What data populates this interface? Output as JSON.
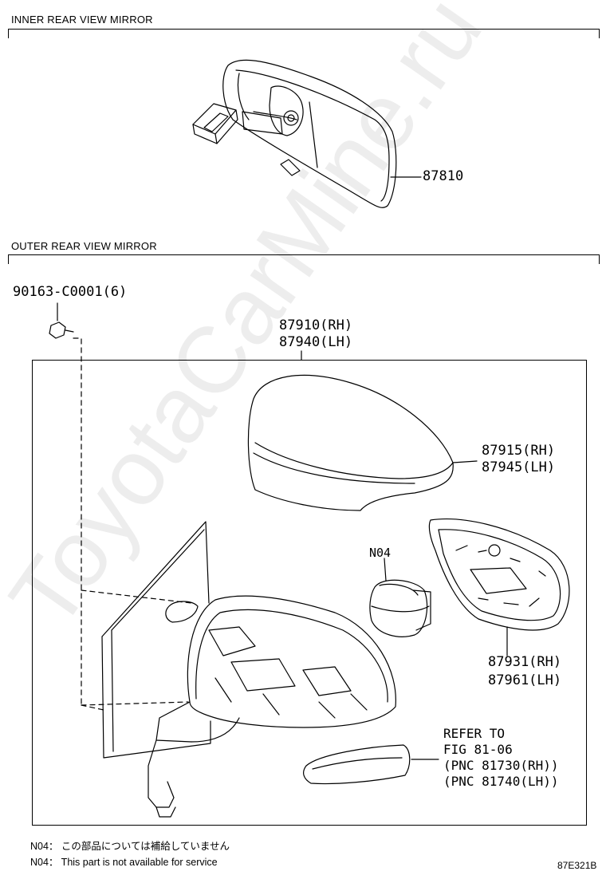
{
  "sections": {
    "inner": {
      "title": "INNER REAR VIEW MIRROR"
    },
    "outer": {
      "title": "OUTER REAR VIEW MIRROR"
    }
  },
  "parts": {
    "p87810": "87810",
    "p90163": "90163-C0001(6)",
    "p87910": "87910(RH)",
    "p87940": "87940(LH)",
    "p87915": "87915(RH)",
    "p87945": "87945(LH)",
    "n04": "N04",
    "p87931": "87931(RH)",
    "p87961": "87961(LH)",
    "refer": [
      "REFER TO",
      "FIG 81-06",
      "(PNC 81730(RH))",
      "(PNC 81740(LH))"
    ]
  },
  "notes": [
    "N04： この部品については補給していません",
    "N04： This part is not available for service"
  ],
  "figure_id": "87E321B",
  "watermark": "ToyotaCarMine.ru"
}
